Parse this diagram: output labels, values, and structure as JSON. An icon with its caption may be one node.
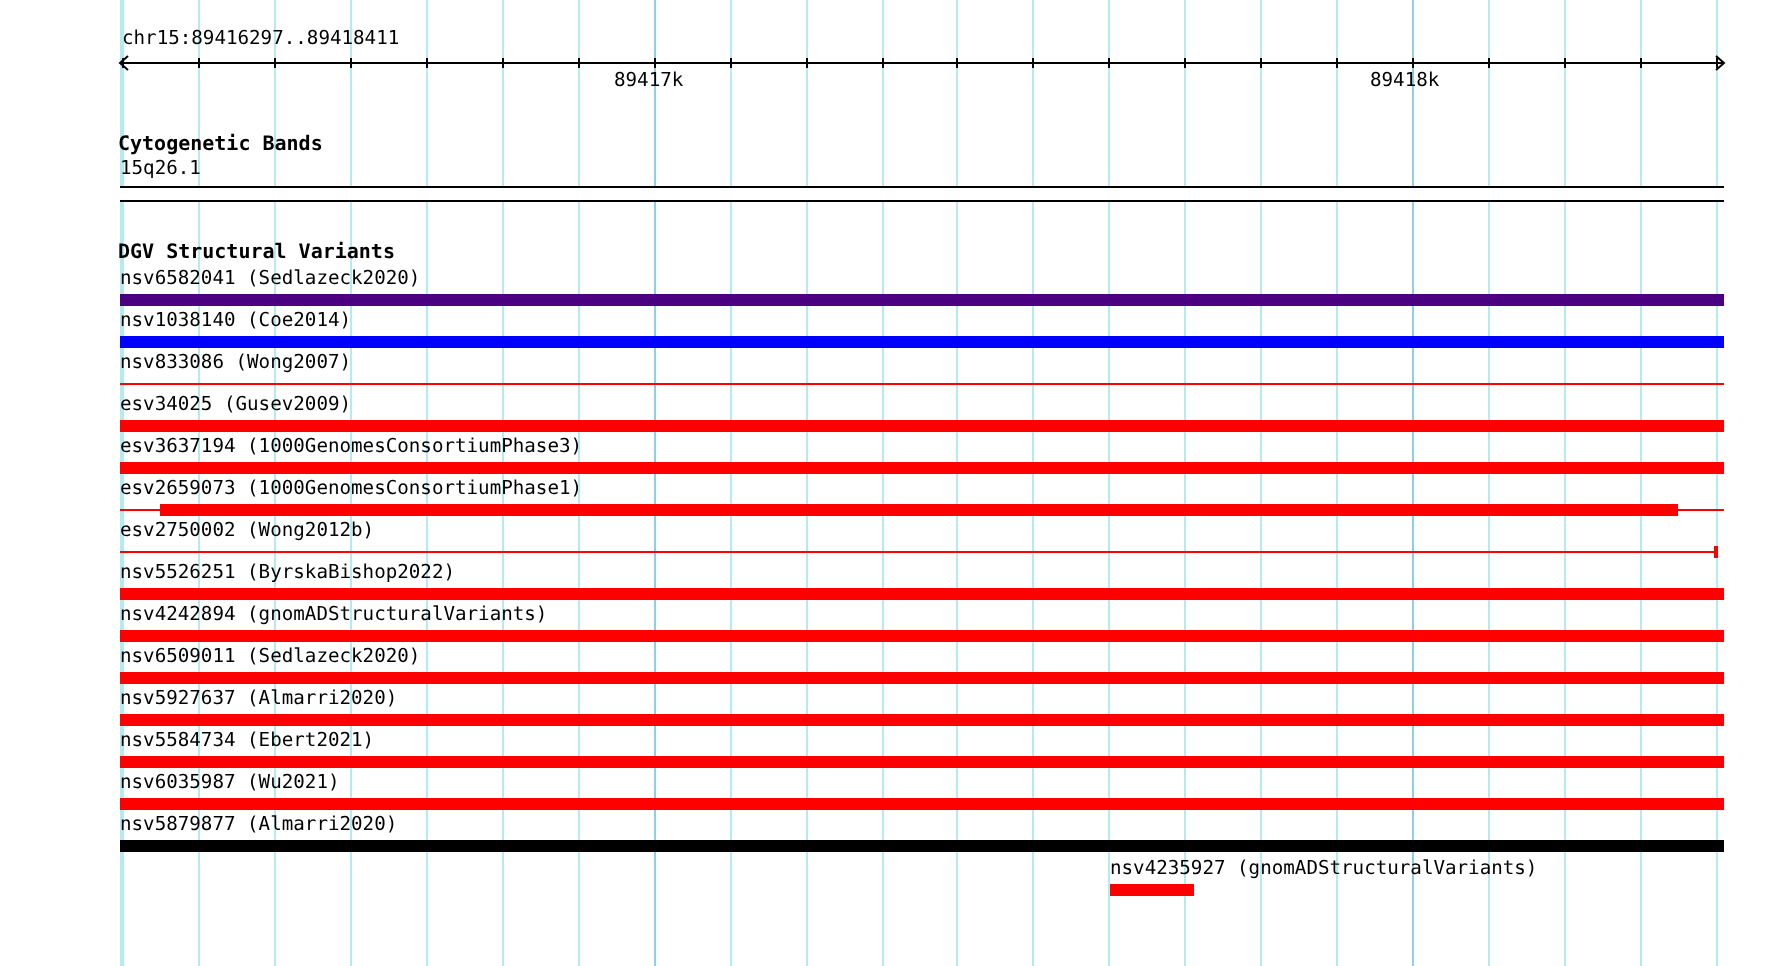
{
  "diagram": {
    "nodes": [
      {
        "text": [
          "15q26.1"
        ]
      },
      {
        "text": [
          "nsv6582041 (Sedlazeck2020)"
        ]
      },
      {
        "text": [
          "nsv1038140 (Coe2014)"
        ]
      },
      {
        "text": [
          "nsv833086 (Wong2007)"
        ]
      },
      {
        "text": [
          "esv34025 (Gusev2009)"
        ]
      },
      {
        "text": [
          "esv3637194 (1000GenomesConsortiumPhase3)"
        ]
      },
      {
        "text": [
          "esv2659073 (1000GenomesConsortiumPhase1)"
        ]
      },
      {
        "text": [
          "esv2750002 (Wong2012b)"
        ]
      },
      {
        "text": [
          "nsv5526251 (ByrskaBishop2022)"
        ]
      },
      {
        "text": [
          "nsv4242894 (gnomADStructuralVariants)"
        ]
      },
      {
        "text": [
          "nsv6509011 (Sedlazeck2020)"
        ]
      },
      {
        "text": [
          "nsv5927637 (Almarri2020)"
        ]
      },
      {
        "text": [
          "nsv5584734 (Ebert2021)"
        ]
      },
      {
        "text": [
          "nsv6035987 (Wu2021)"
        ]
      },
      {
        "text": [
          "nsv5879877 (Almarri2020)"
        ]
      },
      {
        "text": [
          "nsv4235927 (gnomADStructuralVariants)"
        ]
      }
    ],
    "labels": [
      "chr15:89416297..89418411",
      "89417k",
      "89418k",
      "Cytogenetic Bands",
      "DGV Structural Variants"
    ]
  }
}
